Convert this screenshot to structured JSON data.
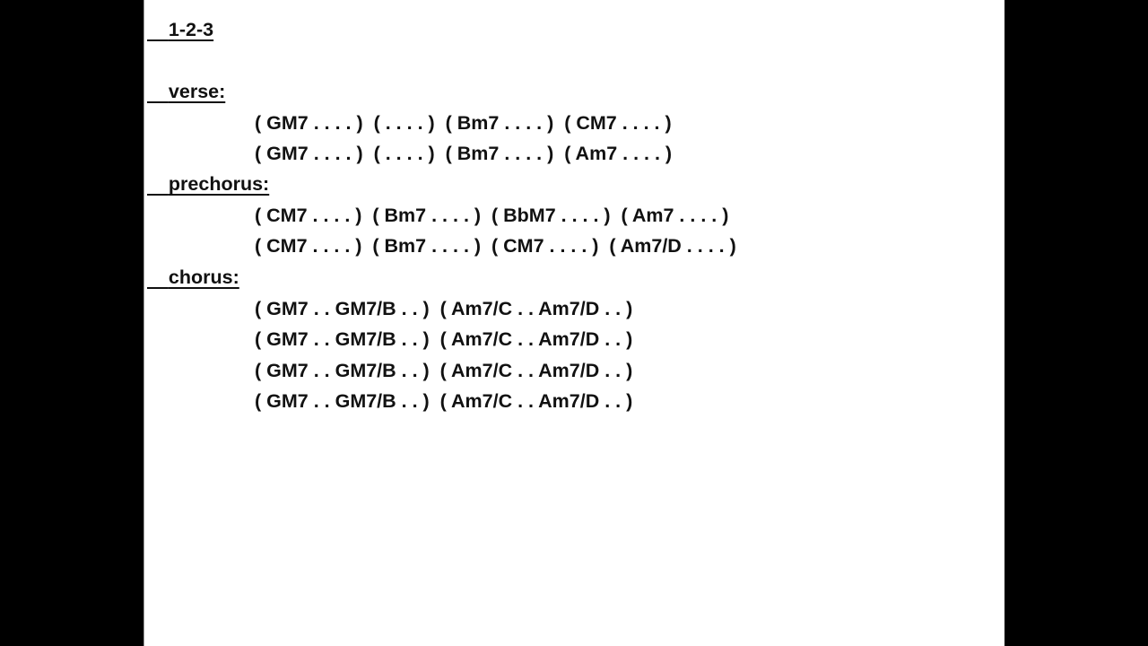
{
  "document": {
    "title": "1-2-3",
    "sections": [
      {
        "heading": "verse:",
        "lines": [
          "( GM7 . . . . )  ( . . . . )  ( Bm7 . . . . )  ( CM7 . . . . )",
          "( GM7 . . . . )  ( . . . . )  ( Bm7 . . . . )  ( Am7 . . . . )"
        ]
      },
      {
        "heading": "prechorus:",
        "lines": [
          "( CM7 . . . . )  ( Bm7 . . . . )  ( BbM7 . . . . )  ( Am7 . . . . )",
          "( CM7 . . . . )  ( Bm7 . . . . )  ( CM7 . . . . )  ( Am7/D . . . . )"
        ]
      },
      {
        "heading": "chorus:",
        "lines": [
          "( GM7 . . GM7/B . . )  ( Am7/C . . Am7/D . . )",
          "( GM7 . . GM7/B . . )  ( Am7/C . . Am7/D . . )",
          "( GM7 . . GM7/B . . )  ( Am7/C . . Am7/D . . )",
          "( GM7 . . GM7/B . . )  ( Am7/C . . Am7/D . . )"
        ]
      }
    ]
  },
  "colors": {
    "background": "#000000",
    "page": "#ffffff",
    "text": "#111111"
  }
}
